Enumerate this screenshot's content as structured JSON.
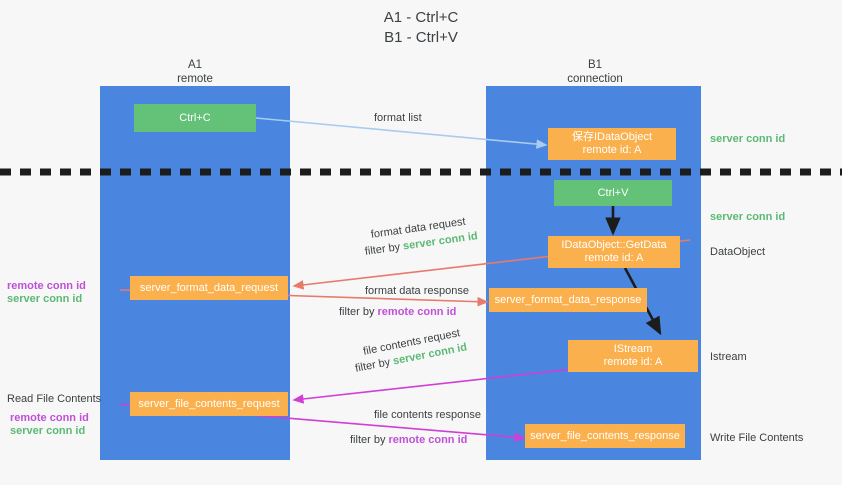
{
  "title": "A1 - Ctrl+C\nB1 - Ctrl+V",
  "lanes": [
    {
      "name": "A1",
      "role": "remote"
    },
    {
      "name": "B1",
      "role": "connection"
    }
  ],
  "boxes": {
    "ctrl_c": "Ctrl+C",
    "ctrl_v": "Ctrl+V",
    "save_dataobject": {
      "line1": "保存IDataObject",
      "line2": "remote id: A"
    },
    "getdata": {
      "line1": "IDataObject::GetData",
      "line2": "remote id: A"
    },
    "istream": {
      "line1": "IStream",
      "line2": "remote id: A"
    },
    "server_format_data_request": "server_format_data_request",
    "server_format_data_response": "server_format_data_response",
    "server_file_contents_request": "server_file_contents_request",
    "server_file_contents_response": "server_file_contents_response"
  },
  "edge_labels": {
    "format_list": "format list",
    "format_data_request": "format data request",
    "format_data_request_filter_prefix": "filter by ",
    "format_data_request_filter_key": "server conn id",
    "format_data_response": "format data response",
    "format_data_response_filter_prefix": "filter by ",
    "format_data_response_filter_key": "remote conn id",
    "file_contents_request": "file contents request",
    "file_contents_request_filter_prefix": "filter by ",
    "file_contents_request_filter_key": "server conn id",
    "file_contents_response": "file contents response",
    "file_contents_response_filter_prefix": "filter by ",
    "file_contents_response_filter_key": "remote conn id"
  },
  "right_labels": {
    "server_conn_id_top": "server conn id",
    "server_conn_id_mid": "server conn id",
    "dataobject": "DataObject",
    "istream": "Istream",
    "write_file_contents": "Write File Contents"
  },
  "left_labels": {
    "remote_conn_id_1": "remote conn id",
    "server_conn_id_1": "server conn id",
    "read_file_contents": "Read File Contents",
    "remote_conn_id_2": "remote conn id",
    "server_conn_id_2": "server conn id"
  },
  "colors": {
    "lane": "#4a86e0",
    "green_box": "#63c178",
    "orange_box": "#fbb04e",
    "green_text": "#5bb974",
    "purple_text": "#c050d8",
    "blue_arrow": "#a8cbef",
    "red_arrow": "#e8796b",
    "magenta_arrow": "#cf3fd6",
    "black_arrow": "#1c1c1c",
    "background": "#f7f7f7"
  }
}
